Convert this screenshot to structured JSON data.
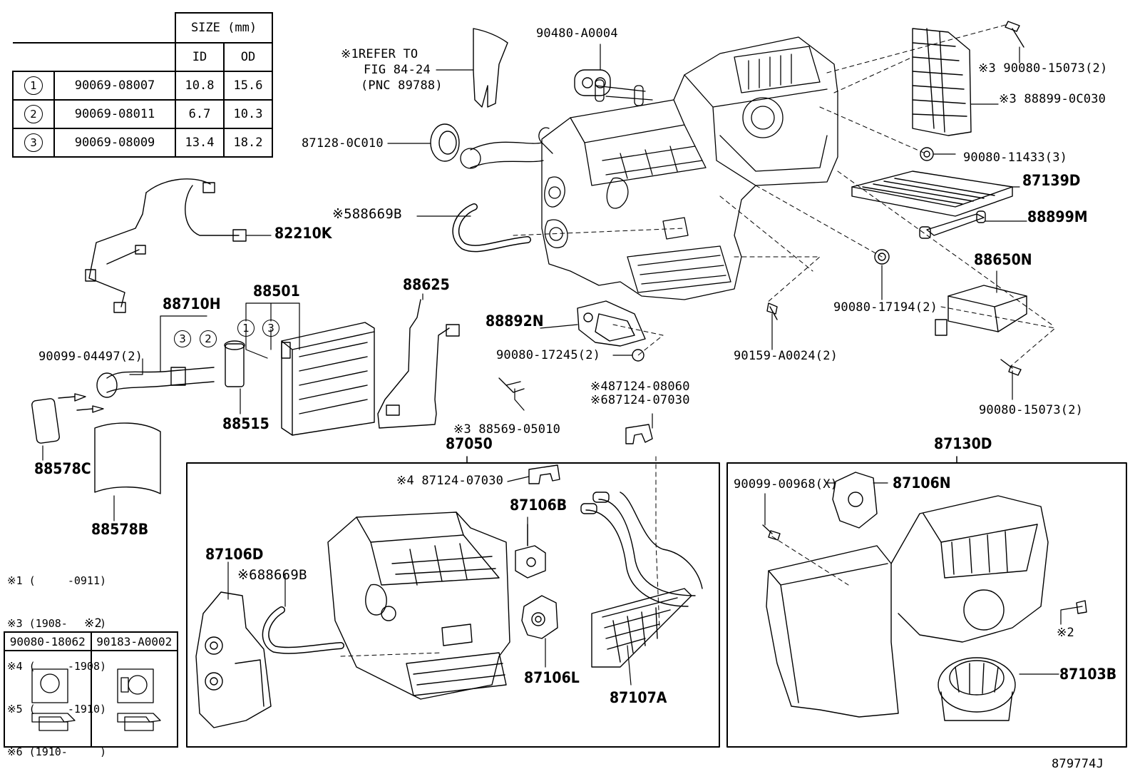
{
  "size_table": {
    "header": "SIZE (mm)",
    "col_id": "ID",
    "col_od": "OD",
    "rows": [
      {
        "ref": "1",
        "part": "90069-08007",
        "id": "10.8",
        "od": "15.6"
      },
      {
        "ref": "2",
        "part": "90069-08011",
        "id": "6.7",
        "od": "10.3"
      },
      {
        "ref": "3",
        "part": "90069-08009",
        "id": "13.4",
        "od": "18.2"
      }
    ]
  },
  "labels": {
    "refer_1": "※1REFER TO",
    "refer_2": "FIG 84-24",
    "refer_3": "(PNC 89788)",
    "p90480": "90480-A0004",
    "p90080_15073_top": "※3 90080-15073(2)",
    "p88899_0c030": "※3 88899-0C030",
    "p87128": "87128-0C010",
    "p90080_11433": "90080-11433(3)",
    "p87139d": "87139D",
    "p88669b_top": "※588669B",
    "p88899m": "88899M",
    "p82210k": "82210K",
    "p88650n": "88650N",
    "p90080_17194": "90080-17194(2)",
    "p88710h": "88710H",
    "p88501": "88501",
    "p88625": "88625",
    "p88892n": "88892N",
    "p90080_17245": "90080-17245(2)",
    "p90159": "90159-A0024(2)",
    "p90099_04497": "90099-04497(2)",
    "p88515": "88515",
    "p90080_15073_bot": "90080-15073(2)",
    "p87124_08060": "※487124-08060",
    "p87124_07030_a": "※687124-07030",
    "p88569": "※3 88569-05010",
    "p88578c": "88578C",
    "p87050": "87050",
    "p87130d": "87130D",
    "p87124_07030_b": "※4 87124-07030",
    "p88578b": "88578B",
    "p87106b": "87106B",
    "p90099_00968": "90099-00968(X)",
    "p87106n": "87106N",
    "p87106d": "87106D",
    "p88669b_bot": "※688669B",
    "p87106l": "87106L",
    "p87107a": "87107A",
    "p87103b": "87103B",
    "note_x2": "※2",
    "fig_no": "879774J"
  },
  "notes": [
    "※1 (     -0911)",
    "※3 (1908-     )",
    "※4 (     -1908)",
    "※5 (     -1910)",
    "※6 (1910-     )"
  ],
  "clip_table": {
    "title": "※2",
    "left": "90080-18062",
    "right": "90183-A0002"
  },
  "callouts": {
    "c1": "1",
    "c3a": "3",
    "c3b": "3",
    "c2": "2"
  }
}
